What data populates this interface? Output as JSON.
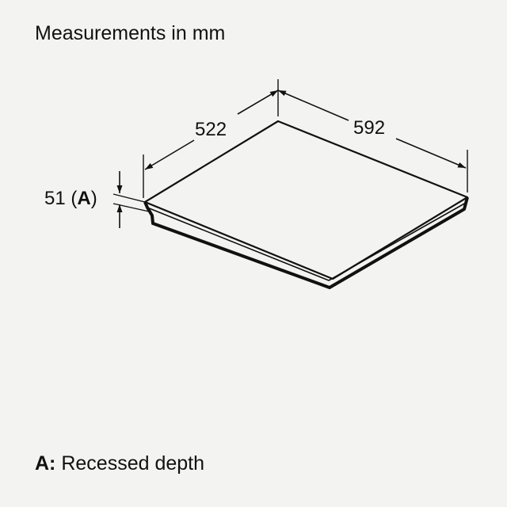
{
  "title": "Measurements in mm",
  "dimensions": {
    "depth": "522",
    "width": "592",
    "height_prefix": "51 (",
    "height_key": "A",
    "height_suffix": ")"
  },
  "legend": {
    "key": "A:",
    "text": " Recessed depth"
  }
}
